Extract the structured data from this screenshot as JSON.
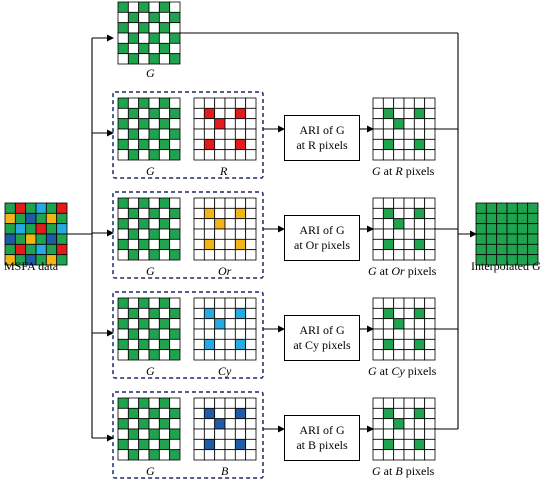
{
  "colors": {
    "green": "#1fa34f",
    "red": "#e41b1b",
    "orange": "#f3b417",
    "cyan": "#27aae1",
    "blue": "#1f5ba7",
    "dash": "#1b2a6b",
    "line": "#000000",
    "grid": "#000000"
  },
  "top_pattern": {
    "label": "G"
  },
  "input": {
    "label": "MSFA data"
  },
  "output": {
    "label_prefix": "Interpolated ",
    "label_channel": "G"
  },
  "rows": [
    {
      "channel": "R",
      "g_label": "G",
      "ch_label": "R",
      "color_key": "red",
      "ari_line1": "ARI of G",
      "ari_line2": "at R pixels",
      "out_prefix": "G",
      "out_mid": " at ",
      "out_channel": "R",
      "out_suffix": " pixels"
    },
    {
      "channel": "Or",
      "g_label": "G",
      "ch_label": "Or",
      "color_key": "orange",
      "ari_line1": "ARI of G",
      "ari_line2": "at Or pixels",
      "out_prefix": "G",
      "out_mid": " at ",
      "out_channel": "Or",
      "out_suffix": " pixels"
    },
    {
      "channel": "Cy",
      "g_label": "G",
      "ch_label": "Cy",
      "color_key": "cyan",
      "ari_line1": "ARI of G",
      "ari_line2": "at Cy pixels",
      "out_prefix": "G",
      "out_mid": " at ",
      "out_channel": "Cy",
      "out_suffix": " pixels"
    },
    {
      "channel": "B",
      "g_label": "G",
      "ch_label": "B",
      "color_key": "blue",
      "ari_line1": "ARI of G",
      "ari_line2": "at B pixels",
      "out_prefix": "G",
      "out_mid": " at ",
      "out_channel": "B",
      "out_suffix": " pixels"
    }
  ]
}
